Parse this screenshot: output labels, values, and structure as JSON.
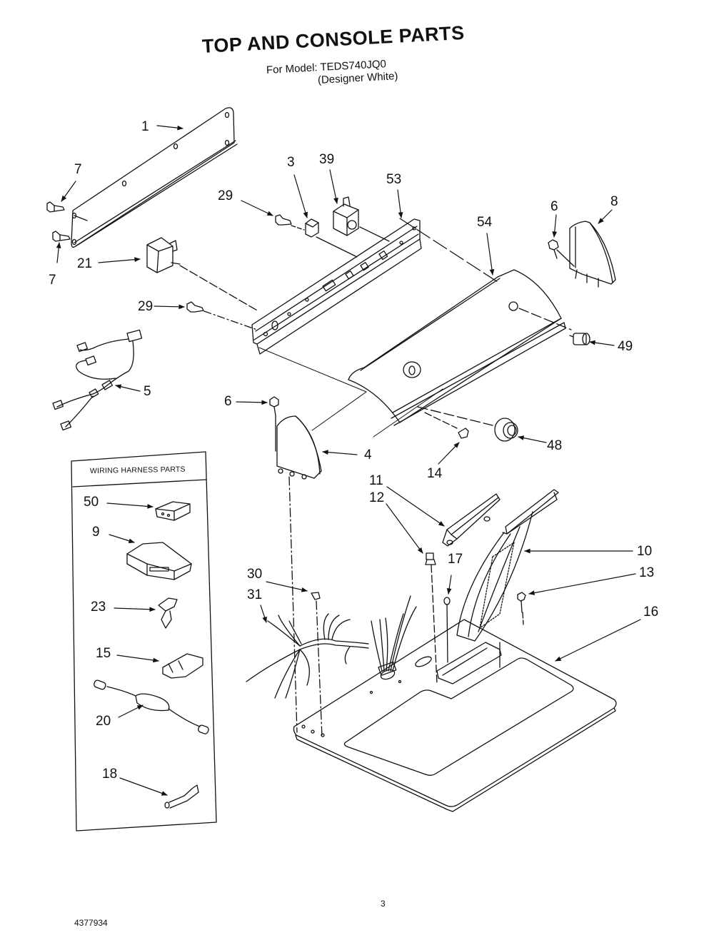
{
  "header": {
    "title": "TOP AND CONSOLE PARTS",
    "model_line": "For Model: TEDS740JQ0",
    "color_line": "(Designer White)"
  },
  "wiring_box": {
    "title": "WIRING HARNESS PARTS",
    "parts": [
      "50",
      "9",
      "23",
      "15",
      "20",
      "18"
    ]
  },
  "callouts": {
    "p1": "1",
    "p7a": "7",
    "p7b": "7",
    "p21": "21",
    "p29a": "29",
    "p29b": "29",
    "p3": "3",
    "p39": "39",
    "p53": "53",
    "p54": "54",
    "p6a": "6",
    "p8": "8",
    "p49": "49",
    "p5": "5",
    "p6b": "6",
    "p4": "4",
    "p14": "14",
    "p48": "48",
    "p11": "11",
    "p12": "12",
    "p17": "17",
    "p10": "10",
    "p13": "13",
    "p16": "16",
    "p30": "30",
    "p31": "31",
    "p50": "50",
    "p9": "9",
    "p23": "23",
    "p15": "15",
    "p20": "20",
    "p18": "18"
  },
  "footer": {
    "page_number": "3",
    "document_number": "4377934"
  }
}
